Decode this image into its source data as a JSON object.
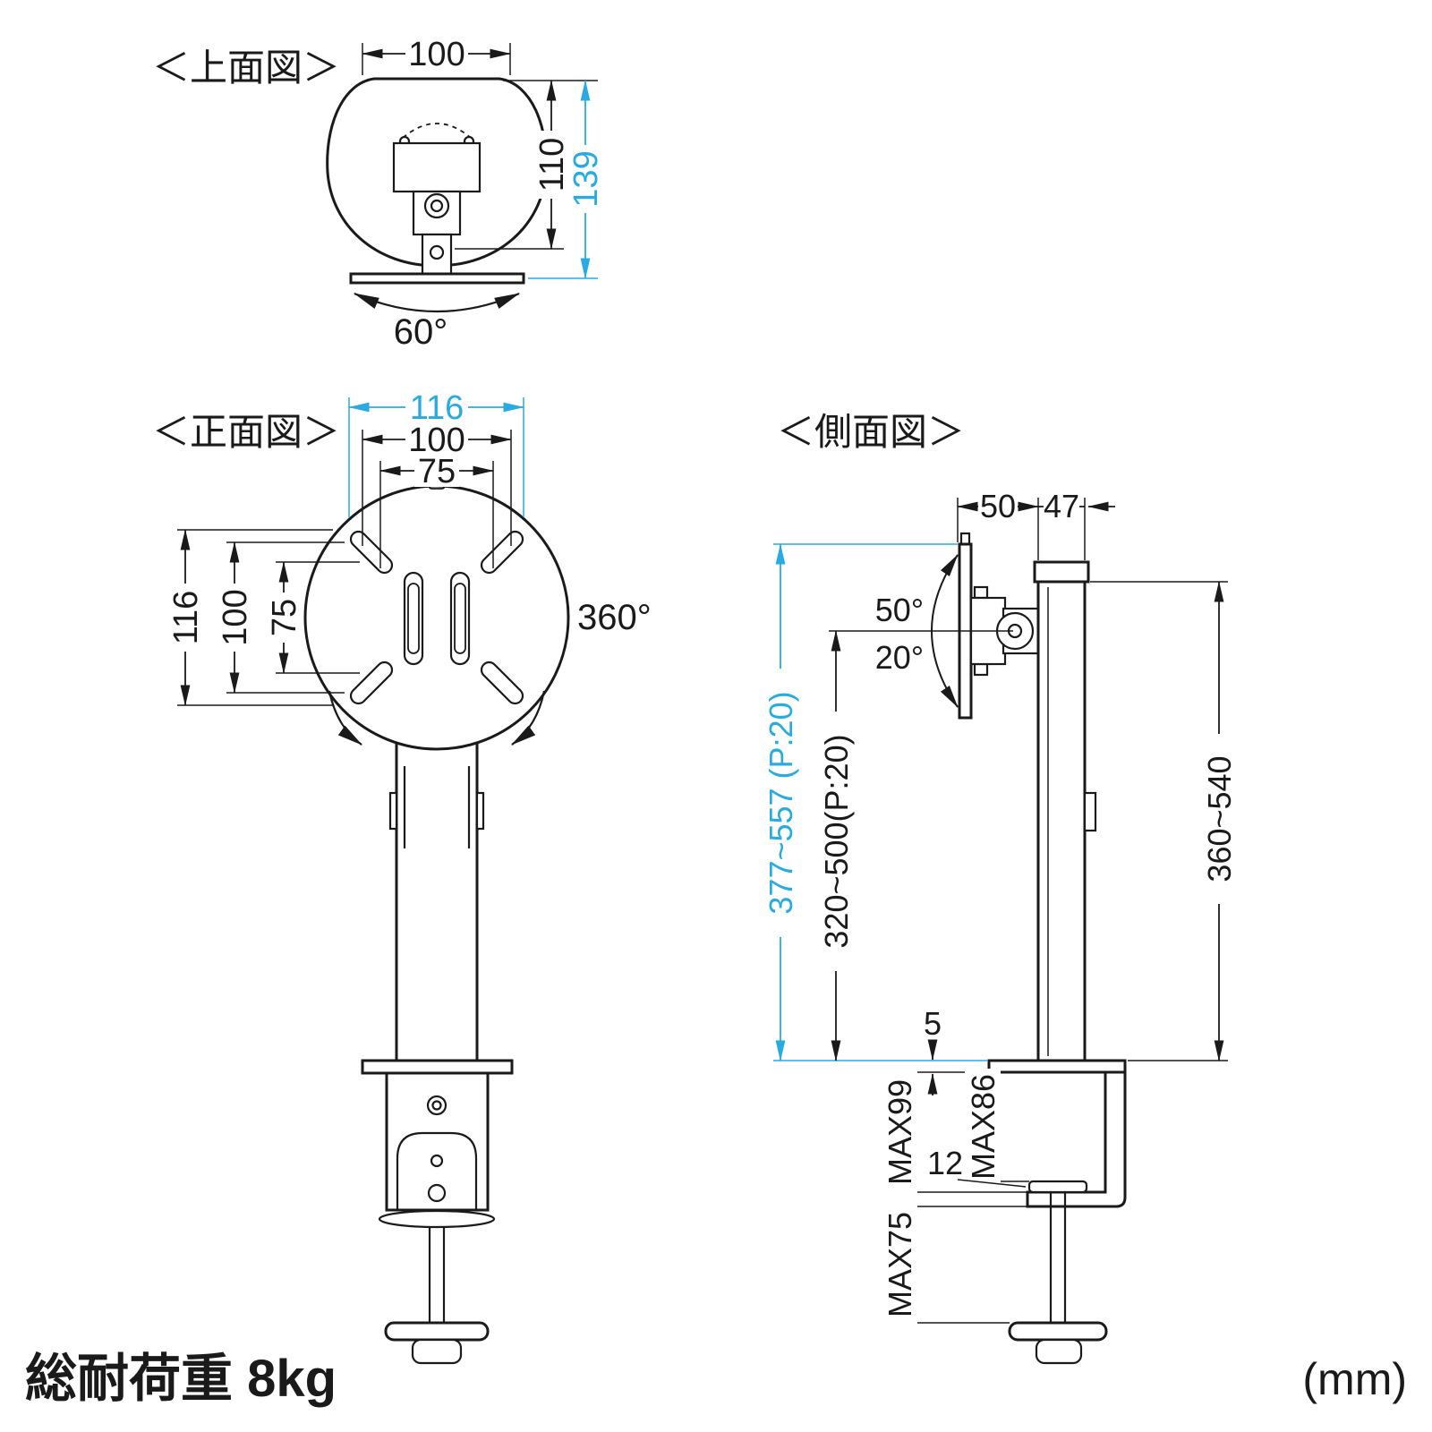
{
  "colors": {
    "line": "#1a1a1a",
    "accent": "#29abe2"
  },
  "footer": {
    "load": "総耐荷重 8kg",
    "unit": "(mm)"
  },
  "top_view": {
    "label": "＜上面図＞",
    "dim_width": "100",
    "dim_depth": "110",
    "dim_depth_total": "139",
    "dim_swivel": "60°"
  },
  "front_view": {
    "label": "＜正面図＞",
    "dim_plate_width": "116",
    "dim_vesa100_w": "100",
    "dim_vesa75_w": "75",
    "dim_plate_height": "116",
    "dim_vesa100_h": "100",
    "dim_vesa75_h": "75",
    "dim_rotation": "360°"
  },
  "side_view": {
    "label": "＜側面図＞",
    "dim_plate_offset": "50",
    "dim_pole_depth": "47",
    "dim_tilt_up": "50°",
    "dim_tilt_down": "20°",
    "dim_height_total": "377~557 (P:20)",
    "dim_height_pole": "320~500(P:20)",
    "dim_pole_range": "360~540",
    "dim_plate_thickness": "5",
    "dim_clamp_max1": "MAX99",
    "dim_clamp_max2": "MAX86",
    "dim_pad_thickness": "12",
    "dim_screw_max": "MAX75"
  }
}
